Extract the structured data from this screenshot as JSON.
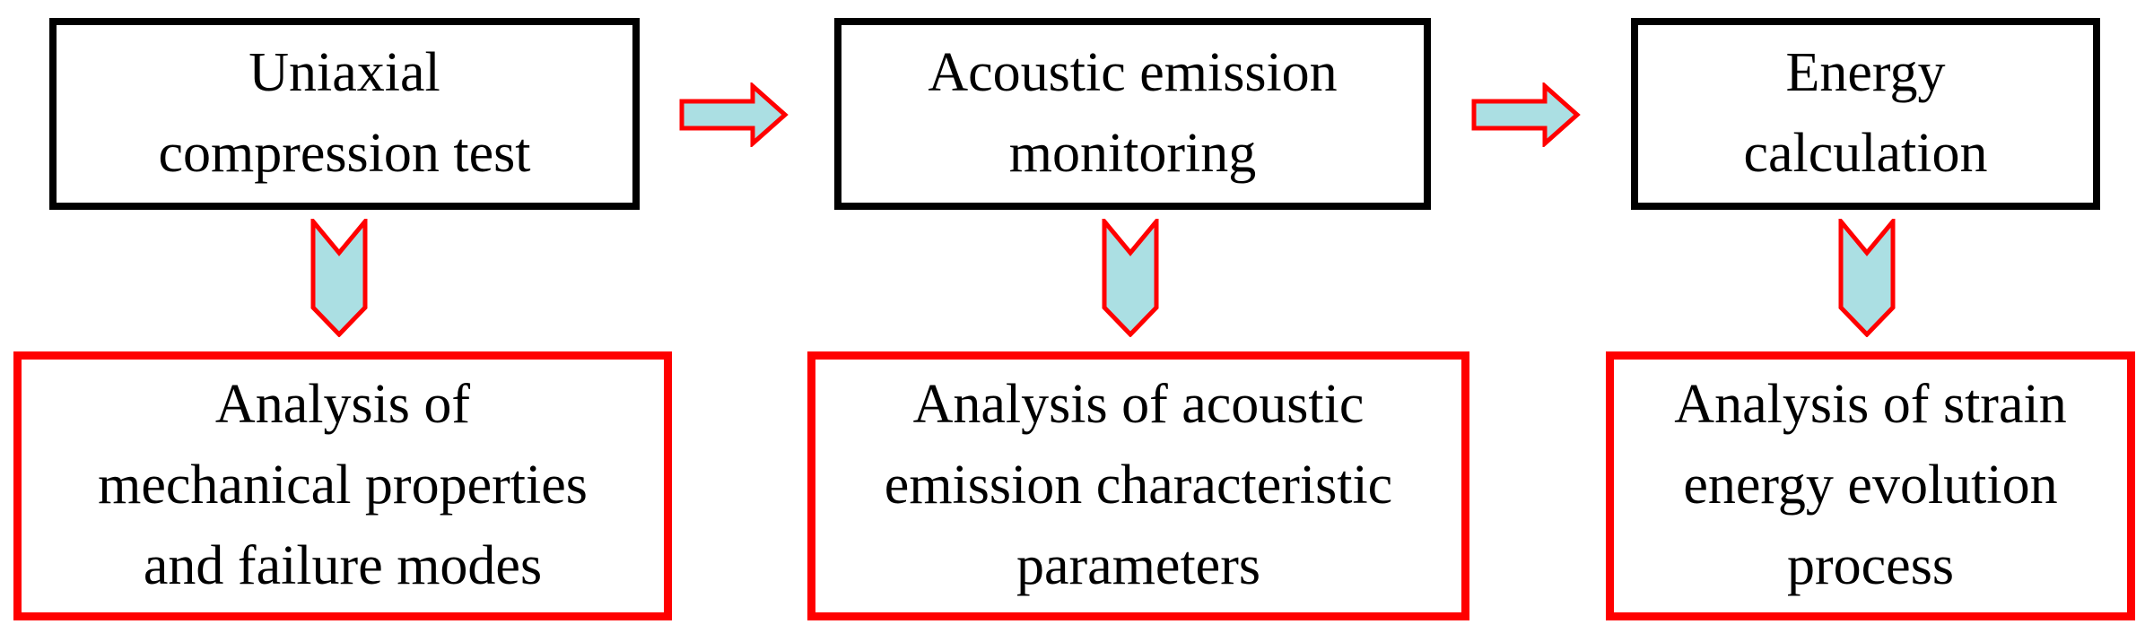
{
  "colors": {
    "background": "#ffffff",
    "black_border": "#000000",
    "red_border": "#ff0000",
    "arrow_fill": "#abdfe3",
    "arrow_stroke": "#ff0000",
    "text": "#000000"
  },
  "flowchart": {
    "top_row": {
      "boxes": [
        {
          "label": "Uniaxial\ncompression test"
        },
        {
          "label": "Acoustic emission\nmonitoring"
        },
        {
          "label": "Energy\ncalculation"
        }
      ]
    },
    "bottom_row": {
      "boxes": [
        {
          "label": "Analysis of\nmechanical properties\nand failure modes"
        },
        {
          "label": "Analysis of acoustic\nemission characteristic\nparameters"
        },
        {
          "label": "Analysis of strain\nenergy evolution\nprocess"
        }
      ]
    },
    "connectors": {
      "right_arrows": 2,
      "down_arrows": 3
    }
  }
}
